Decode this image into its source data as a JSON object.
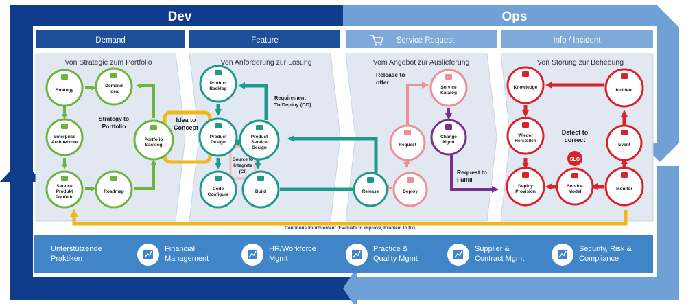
{
  "banner": {
    "dev": "Dev",
    "ops": "Ops"
  },
  "headers": [
    {
      "label": "Demand"
    },
    {
      "label": "Feature"
    },
    {
      "label": "Service Request"
    },
    {
      "label": "Info / Incident"
    }
  ],
  "subtitles": [
    "Von Strategie zum Portfolio",
    "Von Anforderung zur Lösung",
    "Vom Angebot zur Auslieferung",
    "Von Störung zur Behebung"
  ],
  "nodes": {
    "strategy": [
      "Strategy"
    ],
    "demand_idea": [
      "Demand",
      "Idea"
    ],
    "enterprise_architecture": [
      "Enterprise",
      "Architecture"
    ],
    "portfolio_backlog": [
      "Portfolio",
      "Backlog"
    ],
    "service_produkt_portfolio": [
      "Service",
      "Produkt",
      "Portfolio"
    ],
    "roadmap": [
      "Roadmap"
    ],
    "product_backlog": [
      "Product",
      "Backlog"
    ],
    "product_design": [
      "Product",
      "Design"
    ],
    "product_service_design": [
      "Product",
      "Service",
      "Design"
    ],
    "code_configure": [
      "Code",
      "Configure"
    ],
    "build": [
      "Build"
    ],
    "release": [
      "Release"
    ],
    "deploy_sr": [
      "Deploy"
    ],
    "request": [
      "Request"
    ],
    "service_katalog": [
      "Service",
      "Katalog"
    ],
    "change_mgmt": [
      "Change",
      "Mgmt"
    ],
    "knowledge": [
      "Knowledge"
    ],
    "incident": [
      "Incident"
    ],
    "wieder_herstellen": [
      "Wieder",
      "Herstellen"
    ],
    "event": [
      "Event"
    ],
    "deploy_provision": [
      "Deploy",
      "Provision"
    ],
    "service_model": [
      "Service",
      "Model"
    ],
    "monitor": [
      "Monitor"
    ],
    "slo": [
      "SLO"
    ]
  },
  "annotations": {
    "strategy_to_portfolio": [
      "Strategy to",
      "Portfolio"
    ],
    "idea_to_concept": [
      "Idea to",
      "Concept"
    ],
    "requirement_to_deploy": [
      "Requirement",
      "To Deploy (CD)"
    ],
    "source_to_integrate": [
      "Source to",
      "Integrate",
      "(CI)"
    ],
    "release_to_offer": [
      "Release to",
      "offer"
    ],
    "request_to_fulfill": [
      "Request to",
      "Fulfill"
    ],
    "detect_to_correct": [
      "Detect to",
      "correct"
    ],
    "continuous_improvement": "Continous Improvement  (Evaluate to improve, Rroblem to fix)"
  },
  "bottom": {
    "label": [
      "Unterstützende",
      "Praktiken"
    ],
    "items": [
      {
        "label": [
          "Financial",
          "Management"
        ],
        "icon": "chart-up-icon"
      },
      {
        "label": [
          "HR/Workforce",
          "Mgmt"
        ],
        "icon": "people-icon"
      },
      {
        "label": [
          "Practice &",
          "Quality Mgmt"
        ],
        "icon": "refresh-icon"
      },
      {
        "label": [
          "Supplier &",
          "Contract Mgmt"
        ],
        "icon": "contract-icon"
      },
      {
        "label": [
          "Security, Risk &",
          "Compliance"
        ],
        "icon": "shield-icon"
      }
    ]
  },
  "colors": {
    "dev_blue": "#0f3d8c",
    "ops_blue": "#6fa1d6",
    "header_dark": "#1e4f9a",
    "header_light": "#7fa9d8",
    "green": "#6db33f",
    "teal": "#1f9a8a",
    "pink": "#f08e96",
    "purple": "#7a2f8c",
    "red": "#d8232a",
    "yellow": "#f2b51a",
    "bottom_blue": "#3f85c8"
  }
}
